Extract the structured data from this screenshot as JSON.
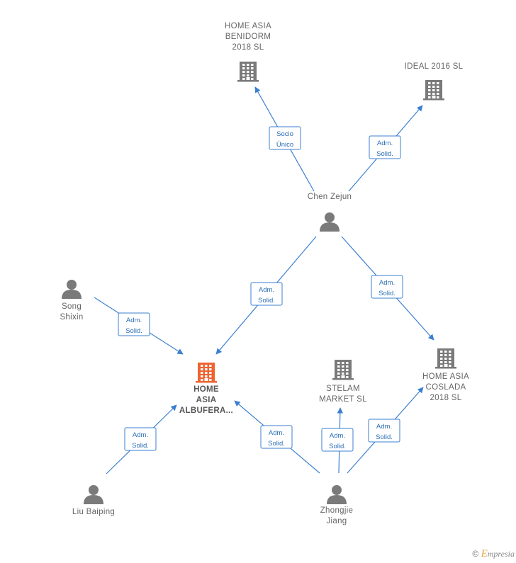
{
  "colors": {
    "edge": "#3b7fd0",
    "company": "#7a7a7a",
    "focus_company": "#ef6331",
    "person": "#7a7a7a"
  },
  "nodes": [
    {
      "id": "home-asia-benidorm",
      "type": "company",
      "label": [
        "HOME ASIA",
        "BENIDORM",
        "2018  SL"
      ],
      "icon": "building-icon"
    },
    {
      "id": "ideal-2016",
      "type": "company",
      "label": [
        "IDEAL 2016  SL"
      ],
      "icon": "building-icon"
    },
    {
      "id": "chen-zejun",
      "type": "person",
      "label": [
        "Chen Zejun"
      ],
      "icon": "person-icon"
    },
    {
      "id": "song-shixin",
      "type": "person",
      "label": [
        "Song",
        "Shixin"
      ],
      "icon": "person-icon"
    },
    {
      "id": "home-asia-albufera",
      "type": "focus",
      "label": [
        "HOME",
        "ASIA",
        "ALBUFERA..."
      ],
      "icon": "building-icon"
    },
    {
      "id": "stelam-market",
      "type": "company",
      "label": [
        "STELAM",
        "MARKET  SL"
      ],
      "icon": "building-icon"
    },
    {
      "id": "home-asia-coslada",
      "type": "company",
      "label": [
        "HOME ASIA",
        "COSLADA",
        "2018  SL"
      ],
      "icon": "building-icon"
    },
    {
      "id": "liu-baiping",
      "type": "person",
      "label": [
        "Liu Baiping"
      ],
      "icon": "person-icon"
    },
    {
      "id": "zhongjie-jiang",
      "type": "person",
      "label": [
        "Zhongjie",
        "Jiang"
      ],
      "icon": "person-icon"
    }
  ],
  "edges": [
    {
      "from": "chen-zejun",
      "to": "home-asia-benidorm",
      "label": [
        "Socio",
        "Único"
      ]
    },
    {
      "from": "chen-zejun",
      "to": "ideal-2016",
      "label": [
        "Adm.",
        "Solid."
      ]
    },
    {
      "from": "chen-zejun",
      "to": "home-asia-albufera",
      "label": [
        "Adm.",
        "Solid."
      ]
    },
    {
      "from": "chen-zejun",
      "to": "home-asia-coslada",
      "label": [
        "Adm.",
        "Solid."
      ]
    },
    {
      "from": "song-shixin",
      "to": "home-asia-albufera",
      "label": [
        "Adm.",
        "Solid."
      ]
    },
    {
      "from": "liu-baiping",
      "to": "home-asia-albufera",
      "label": [
        "Adm.",
        "Solid."
      ]
    },
    {
      "from": "zhongjie-jiang",
      "to": "home-asia-albufera",
      "label": [
        "Adm.",
        "Solid."
      ]
    },
    {
      "from": "zhongjie-jiang",
      "to": "stelam-market",
      "label": [
        "Adm.",
        "Solid."
      ]
    },
    {
      "from": "zhongjie-jiang",
      "to": "home-asia-coslada",
      "label": [
        "Adm.",
        "Solid."
      ]
    }
  ],
  "watermark": {
    "copyright": "©",
    "brand_initial": "E",
    "brand_rest": "mpresia"
  }
}
